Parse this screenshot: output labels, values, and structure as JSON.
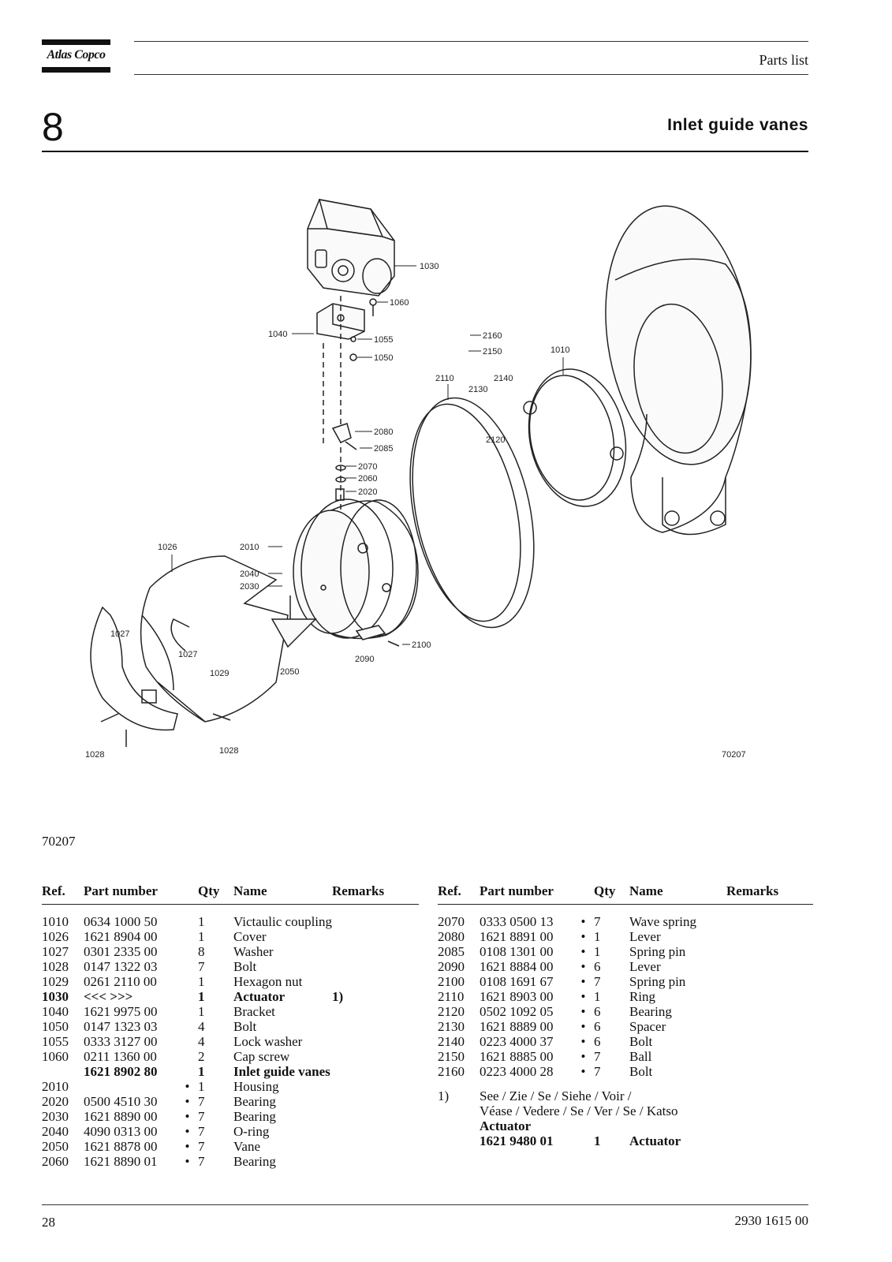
{
  "header": {
    "brand": "Atlas Copco",
    "section": "Parts list",
    "chapter_number": "8",
    "chapter_title": "Inlet guide vanes"
  },
  "figure": {
    "code_in_image": "70207",
    "callouts": [
      "1030",
      "1060",
      "1040",
      "1055",
      "1050",
      "2160",
      "2150",
      "1010",
      "2110",
      "2140",
      "2130",
      "2080",
      "2120",
      "2085",
      "2070",
      "2060",
      "2020",
      "1026",
      "2010",
      "2040",
      "2030",
      "1027",
      "1027",
      "1029",
      "2100",
      "2090",
      "2050",
      "1028",
      "1028"
    ]
  },
  "figure_ref": "70207",
  "table": {
    "headers": {
      "ref": "Ref.",
      "part_number": "Part number",
      "qty": "Qty",
      "name": "Name",
      "remarks": "Remarks"
    },
    "left_rows": [
      {
        "ref": "1010",
        "pn": "0634 1000 50",
        "dot": "",
        "qty": "1",
        "name": "Victaulic coupling",
        "remarks": ""
      },
      {
        "ref": "1026",
        "pn": "1621 8904 00",
        "dot": "",
        "qty": "1",
        "name": "Cover",
        "remarks": ""
      },
      {
        "ref": "1027",
        "pn": "0301 2335 00",
        "dot": "",
        "qty": "8",
        "name": "Washer",
        "remarks": ""
      },
      {
        "ref": "1028",
        "pn": "0147 1322 03",
        "dot": "",
        "qty": "7",
        "name": "Bolt",
        "remarks": ""
      },
      {
        "ref": "1029",
        "pn": "0261 2110 00",
        "dot": "",
        "qty": "1",
        "name": "Hexagon nut",
        "remarks": ""
      },
      {
        "ref": "1030",
        "pn": "<<< >>>",
        "dot": "",
        "qty": "1",
        "name": "Actuator",
        "remarks": "1)",
        "bold": true
      },
      {
        "ref": "1040",
        "pn": "1621 9975 00",
        "dot": "",
        "qty": "1",
        "name": "Bracket",
        "remarks": ""
      },
      {
        "ref": "1050",
        "pn": "0147 1323 03",
        "dot": "",
        "qty": "4",
        "name": "Bolt",
        "remarks": ""
      },
      {
        "ref": "1055",
        "pn": "0333 3127 00",
        "dot": "",
        "qty": "4",
        "name": "Lock washer",
        "remarks": ""
      },
      {
        "ref": "1060",
        "pn": "0211 1360 00",
        "dot": "",
        "qty": "2",
        "name": "Cap screw",
        "remarks": ""
      },
      {
        "ref": "",
        "pn": "1621 8902 80",
        "dot": "",
        "qty": "1",
        "name": "Inlet guide vanes",
        "remarks": "",
        "bold": true
      },
      {
        "ref": "2010",
        "pn": "",
        "dot": "•",
        "qty": "1",
        "name": "Housing",
        "remarks": ""
      },
      {
        "ref": "2020",
        "pn": "0500 4510 30",
        "dot": "•",
        "qty": "7",
        "name": "Bearing",
        "remarks": ""
      },
      {
        "ref": "2030",
        "pn": "1621 8890 00",
        "dot": "•",
        "qty": "7",
        "name": "Bearing",
        "remarks": ""
      },
      {
        "ref": "2040",
        "pn": "4090 0313 00",
        "dot": "•",
        "qty": "7",
        "name": "O-ring",
        "remarks": ""
      },
      {
        "ref": "2050",
        "pn": "1621 8878 00",
        "dot": "•",
        "qty": "7",
        "name": "Vane",
        "remarks": ""
      },
      {
        "ref": "2060",
        "pn": "1621 8890 01",
        "dot": "•",
        "qty": "7",
        "name": "Bearing",
        "remarks": ""
      }
    ],
    "right_rows": [
      {
        "ref": "2070",
        "pn": "0333 0500 13",
        "dot": "•",
        "qty": "7",
        "name": "Wave spring",
        "remarks": ""
      },
      {
        "ref": "2080",
        "pn": "1621 8891 00",
        "dot": "•",
        "qty": "1",
        "name": "Lever",
        "remarks": ""
      },
      {
        "ref": "2085",
        "pn": "0108 1301 00",
        "dot": "•",
        "qty": "1",
        "name": "Spring pin",
        "remarks": ""
      },
      {
        "ref": "2090",
        "pn": "1621 8884 00",
        "dot": "•",
        "qty": "6",
        "name": "Lever",
        "remarks": ""
      },
      {
        "ref": "2100",
        "pn": "0108 1691 67",
        "dot": "•",
        "qty": "7",
        "name": "Spring pin",
        "remarks": ""
      },
      {
        "ref": "2110",
        "pn": "1621 8903 00",
        "dot": "•",
        "qty": "1",
        "name": "Ring",
        "remarks": ""
      },
      {
        "ref": "2120",
        "pn": "0502 1092 05",
        "dot": "•",
        "qty": "6",
        "name": "Bearing",
        "remarks": ""
      },
      {
        "ref": "2130",
        "pn": "1621 8889 00",
        "dot": "•",
        "qty": "6",
        "name": "Spacer",
        "remarks": ""
      },
      {
        "ref": "2140",
        "pn": "0223 4000 37",
        "dot": "•",
        "qty": "6",
        "name": "Bolt",
        "remarks": ""
      },
      {
        "ref": "2150",
        "pn": "1621 8885 00",
        "dot": "•",
        "qty": "7",
        "name": "Ball",
        "remarks": ""
      },
      {
        "ref": "2160",
        "pn": "0223 4000 28",
        "dot": "•",
        "qty": "7",
        "name": "Bolt",
        "remarks": ""
      }
    ],
    "note": {
      "marker": "1)",
      "line1": "See / Zie / Se / Siehe / Voir /",
      "line2": "Véase / Vedere / Se / Ver / Se / Katso",
      "item": "Actuator",
      "pn": "1621 9480 01",
      "qty": "1",
      "name": "Actuator"
    }
  },
  "footer": {
    "page": "28",
    "doc_number": "2930 1615 00"
  }
}
